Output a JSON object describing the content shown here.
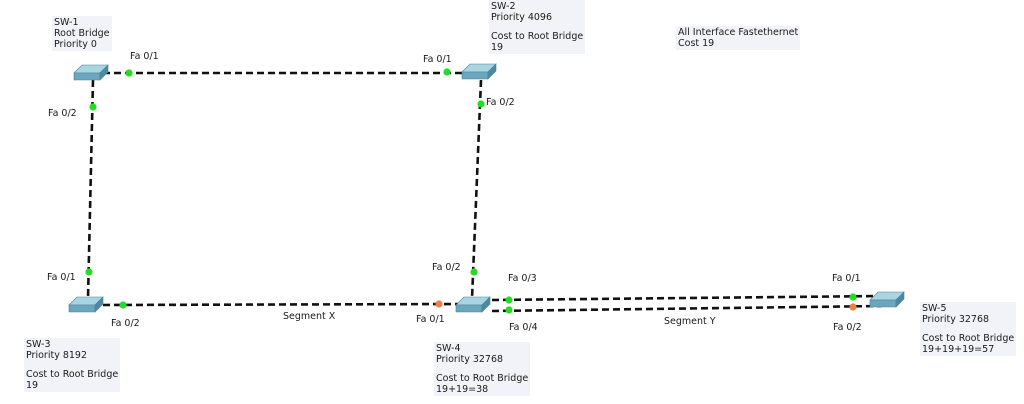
{
  "note": {
    "line1": "All Interface Fastethernet",
    "line2": "Cost 19"
  },
  "switches": {
    "sw1": {
      "name": "SW-1",
      "line2": "Root Bridge",
      "line3": "Priority 0"
    },
    "sw2": {
      "name": "SW-2",
      "priority": "Priority 4096",
      "cost_label": "Cost to Root Bridge",
      "cost": "19"
    },
    "sw3": {
      "name": "SW-3",
      "priority": "Priority 8192",
      "cost_label": "Cost to Root Bridge",
      "cost": "19"
    },
    "sw4": {
      "name": "SW-4",
      "priority": "Priority 32768",
      "cost_label": "Cost to Root Bridge",
      "cost": "19+19=38"
    },
    "sw5": {
      "name": "SW-5",
      "priority": "Priority 32768",
      "cost_label": "Cost to Root Bridge",
      "cost": "19+19+19=57"
    }
  },
  "ports": {
    "sw1_fa01": "Fa 0/1",
    "sw1_fa02": "Fa 0/2",
    "sw2_fa01": "Fa 0/1",
    "sw2_fa02": "Fa 0/2",
    "sw3_fa01": "Fa 0/1",
    "sw3_fa02": "Fa 0/2",
    "sw4_fa01": "Fa 0/1",
    "sw4_fa02": "Fa 0/2",
    "sw4_fa03": "Fa 0/3",
    "sw4_fa04": "Fa 0/4",
    "sw5_fa01": "Fa 0/1",
    "sw5_fa02": "Fa 0/2"
  },
  "segments": {
    "x": "Segment X",
    "y": "Segment Y"
  },
  "colors": {
    "forwarding": "#22dd22",
    "blocking": "#f08040",
    "switch_top": "#8fc4d4",
    "switch_side": "#5a95ab"
  }
}
